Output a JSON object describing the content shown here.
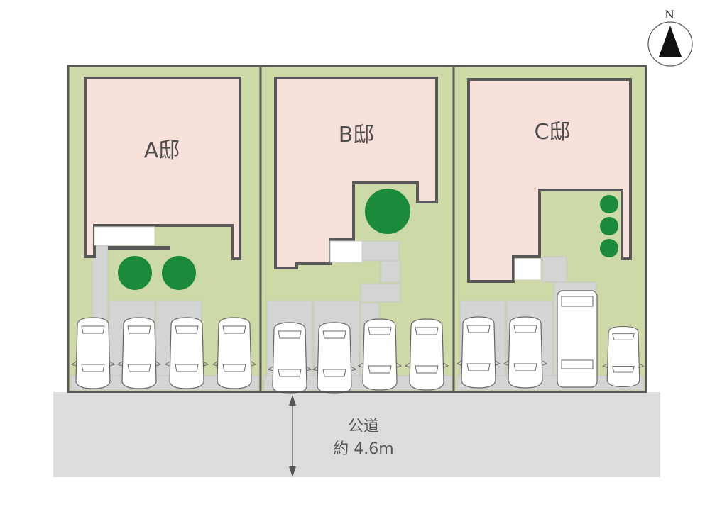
{
  "compass": {
    "label": "N"
  },
  "houses": [
    {
      "label": "A邸"
    },
    {
      "label": "B邸"
    },
    {
      "label": "C邸"
    }
  ],
  "road": {
    "name": "公道",
    "width": "約 4.6m"
  },
  "colors": {
    "lot": "#cdd9a6",
    "house": "#f8e1da",
    "wall": "#595757",
    "road": "#dcdddd",
    "paving": "#d3d4d4",
    "tree": "#1b8a3a"
  }
}
